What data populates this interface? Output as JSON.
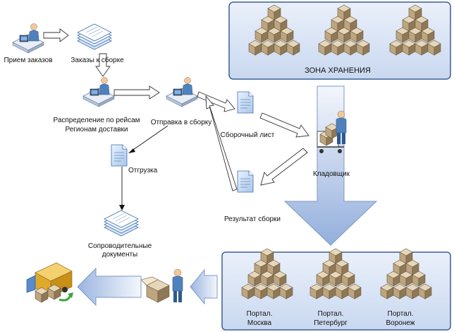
{
  "labels": {
    "order_intake": "Прием заказов",
    "orders_to_assembly": "Заказы к сборке",
    "distribution_line1": "Распределение по рейсам",
    "distribution_line2": "Регионам доставки",
    "send_to_assembly": "Отправка в сборку",
    "assembly_sheet": "Сборочный лист",
    "storekeeper": "Кладовщик",
    "shipment": "Отгрузка",
    "assembly_result": "Результат сборки",
    "accompanying_docs_line1": "Сопроводительные",
    "accompanying_docs_line2": "документы",
    "storage_zone": "ЗОНА ХРАНЕНИЯ",
    "portal_moscow_line1": "Портал.",
    "portal_moscow_line2": "Москва",
    "portal_spb_line1": "Портал.",
    "portal_spb_line2": "Петербург",
    "portal_voronezh_line1": "Портал.",
    "portal_voronezh_line2": "Воронеж"
  },
  "colors": {
    "zone_fill": "#dbe6f6",
    "zone_border": "#4a6ea8",
    "big_arrow_top": "#eef3fb",
    "big_arrow_bottom": "#9bb5e0",
    "box_light": "#d9c7a6",
    "box_dark": "#7e6a4f",
    "doc_blue": "#cfe0f5",
    "person_blue": "#4f81bd"
  }
}
